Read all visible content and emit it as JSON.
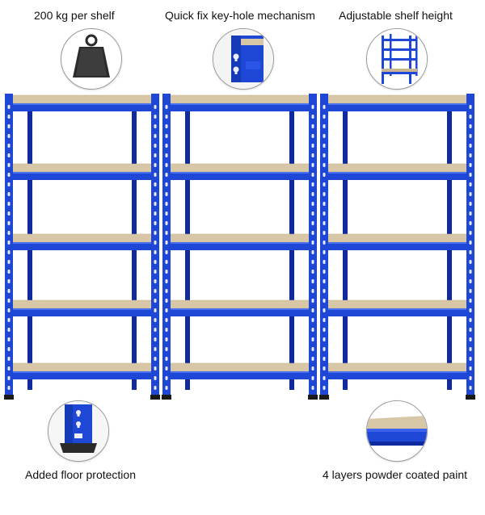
{
  "features": {
    "weight": {
      "label": "200 kg per shelf",
      "icon": "weight-icon"
    },
    "keyhole": {
      "label": "Quick fix key-hole mechanism",
      "icon": "keyhole-bracket-icon"
    },
    "adjustable": {
      "label": "Adjustable shelf height",
      "icon": "shelving-unit-icon"
    },
    "floor": {
      "label": "Added floor protection",
      "icon": "foot-cap-icon"
    },
    "paint": {
      "label": "4 layers powder coated paint",
      "icon": "painted-shelf-edge-icon"
    }
  },
  "product": {
    "units": 3,
    "shelves_per_unit": 5
  },
  "colors": {
    "frame_blue": "#1f47d6",
    "frame_dark": "#0f2a9e",
    "board": "#d8c7a6",
    "board_edge": "#bda985"
  }
}
